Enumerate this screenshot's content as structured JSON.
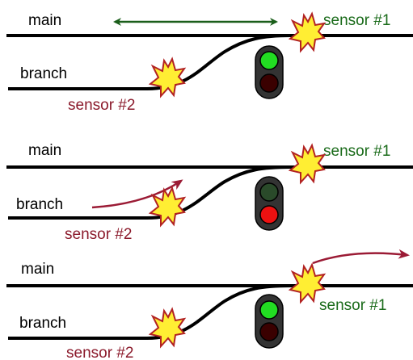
{
  "colors": {
    "track": "#000000",
    "sensor1_text": "#1a6b1a",
    "sensor2_text": "#8b1a2b",
    "green_arrow": "#1a5e1a",
    "red_arrow": "#9b1b35",
    "star_fill": "#ffee33",
    "star_stroke": "#b22222",
    "lamp_green_on": "#22dd22",
    "lamp_green_off": "#2a4a2a",
    "lamp_red_on": "#ee1111",
    "lamp_red_off": "#3a0000",
    "housing": "#333333"
  },
  "panels": [
    {
      "main_label": "main",
      "branch_label": "branch",
      "sensor1_label": "sensor #1",
      "sensor2_label": "sensor #2",
      "signal": "green",
      "movement": "bidirectional arrow along main track"
    },
    {
      "main_label": "main",
      "branch_label": "branch",
      "sensor1_label": "sensor #1",
      "sensor2_label": "sensor #2",
      "signal": "red",
      "movement": "arrow entering from branch"
    },
    {
      "main_label": "main",
      "branch_label": "branch",
      "sensor1_label": "sensor #1",
      "sensor2_label": "sensor #2",
      "signal": "green",
      "movement": "arrow leaving past sensor #1"
    }
  ]
}
